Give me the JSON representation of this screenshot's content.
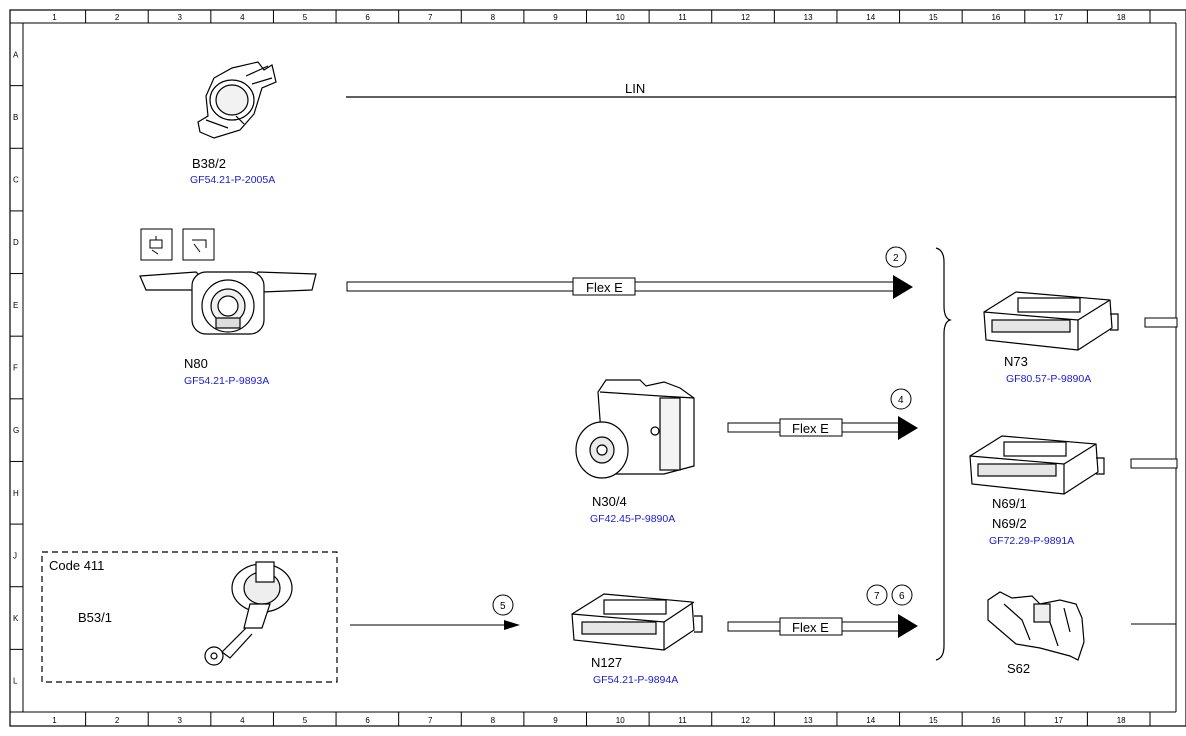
{
  "grid": {
    "columns": [
      "1",
      "2",
      "3",
      "4",
      "5",
      "6",
      "7",
      "8",
      "9",
      "10",
      "11",
      "12",
      "13",
      "14",
      "15",
      "16",
      "17",
      "18"
    ],
    "rows": [
      "A",
      "B",
      "C",
      "D",
      "E",
      "F",
      "G",
      "H",
      "J",
      "K",
      "L"
    ]
  },
  "bus": {
    "lin_label": "LIN"
  },
  "components": {
    "b38_2": {
      "code": "B38/2",
      "ref": "GF54.21-P-2005A"
    },
    "n80": {
      "code": "N80",
      "ref": "GF54.21-P-9893A"
    },
    "n30_4": {
      "code": "N30/4",
      "ref": "GF42.45-P-9890A"
    },
    "n127": {
      "code": "N127",
      "ref": "GF54.21-P-9894A"
    },
    "n73": {
      "code": "N73",
      "ref": "GF80.57-P-9890A"
    },
    "n69": {
      "code1": "N69/1",
      "code2": "N69/2",
      "ref": "GF72.29-P-9891A"
    },
    "s62": {
      "code": "S62"
    },
    "b53_1": {
      "code": "B53/1"
    }
  },
  "option_box": {
    "label": "Code 411"
  },
  "connections": {
    "flex_e_1": {
      "label": "Flex E",
      "marker": "2"
    },
    "flex_e_2": {
      "label": "Flex E",
      "marker": "4"
    },
    "flex_e_3": {
      "label": "Flex E",
      "marker_a": "7",
      "marker_b": "6"
    },
    "signal_b53": {
      "marker": "5"
    }
  }
}
